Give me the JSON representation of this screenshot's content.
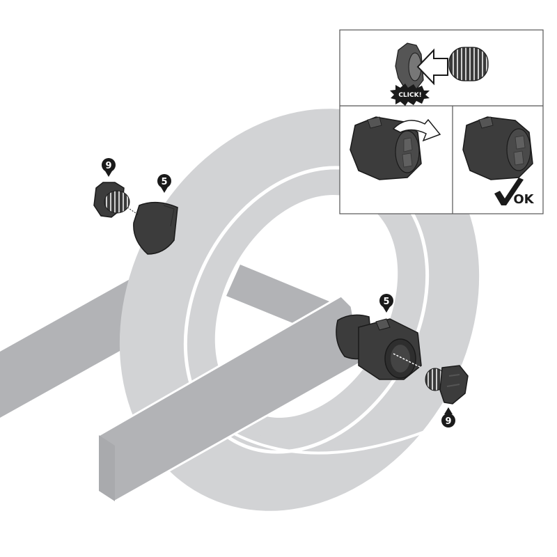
{
  "diagram": {
    "type": "assembly-instruction",
    "subject": "wheel end cap and spring plug installation on axle",
    "colors": {
      "background": "#ffffff",
      "wheel": "#d2d3d5",
      "axle_bar": "#b2b3b6",
      "part_dark": "#3c3c3c",
      "part_mid": "#555555",
      "outline": "#1a1a1a",
      "inset_border": "#555555"
    }
  },
  "callouts": [
    {
      "id": "left-plug",
      "label": "9"
    },
    {
      "id": "left-cap",
      "label": "5"
    },
    {
      "id": "right-cap",
      "label": "5"
    },
    {
      "id": "right-plug",
      "label": "9"
    }
  ],
  "inset": {
    "top_panel": {
      "step": "Press spring into plug",
      "badge_label": "CLICK!"
    },
    "bottom_left_panel": {
      "step": "Rotate to lock"
    },
    "bottom_right_panel": {
      "step": "Locked",
      "status_label": "OK"
    }
  }
}
